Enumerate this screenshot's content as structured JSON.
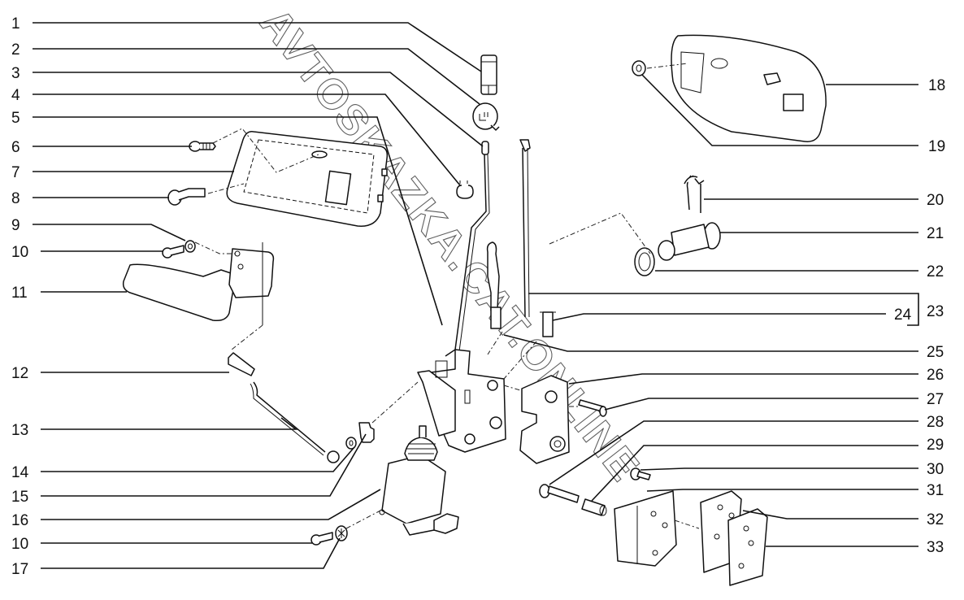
{
  "diagram": {
    "title": "Door lock mechanism exploded view",
    "watermark": "AVTOSKAZKA.CAT.ONLINE",
    "callouts_left": [
      {
        "id": "c1",
        "label": "1",
        "part": "lock-knob"
      },
      {
        "id": "c2",
        "label": "2",
        "part": "knob-bushing"
      },
      {
        "id": "c3",
        "label": "3",
        "part": "lock-rod"
      },
      {
        "id": "c4",
        "label": "4",
        "part": "rod-clip"
      },
      {
        "id": "c5",
        "label": "5",
        "part": "rod-guide-clip"
      },
      {
        "id": "c6",
        "label": "6",
        "part": "screw"
      },
      {
        "id": "c7",
        "label": "7",
        "part": "inner-handle-bezel"
      },
      {
        "id": "c8",
        "label": "8",
        "part": "plug"
      },
      {
        "id": "c9",
        "label": "9",
        "part": "washer"
      },
      {
        "id": "c10a",
        "label": "10",
        "part": "bolt"
      },
      {
        "id": "c11",
        "label": "11",
        "part": "inner-handle"
      },
      {
        "id": "c12",
        "label": "12",
        "part": "rod-connector"
      },
      {
        "id": "c13",
        "label": "13",
        "part": "handle-rod"
      },
      {
        "id": "c14",
        "label": "14",
        "part": "washer"
      },
      {
        "id": "c15",
        "label": "15",
        "part": "clip"
      },
      {
        "id": "c16",
        "label": "16",
        "part": "lock-actuator"
      },
      {
        "id": "c10b",
        "label": "10",
        "part": "bolt"
      },
      {
        "id": "c17",
        "label": "17",
        "part": "star-washer"
      }
    ],
    "callouts_right": [
      {
        "id": "c18",
        "label": "18",
        "part": "outer-handle"
      },
      {
        "id": "c19",
        "label": "19",
        "part": "nut"
      },
      {
        "id": "c20",
        "label": "20",
        "part": "retaining-clip"
      },
      {
        "id": "c21",
        "label": "21",
        "part": "lock-cylinder"
      },
      {
        "id": "c22",
        "label": "22",
        "part": "gasket"
      },
      {
        "id": "c23",
        "label": "23",
        "part": "rod-assembly"
      },
      {
        "id": "c24",
        "label": "24",
        "part": "rod-clip"
      },
      {
        "id": "c25",
        "label": "25",
        "part": "door-lock"
      },
      {
        "id": "c26",
        "label": "26",
        "part": "striker"
      },
      {
        "id": "c27",
        "label": "27",
        "part": "screw"
      },
      {
        "id": "c28",
        "label": "28",
        "part": "hinge-pin"
      },
      {
        "id": "c29",
        "label": "29",
        "part": "bushing"
      },
      {
        "id": "c30",
        "label": "30",
        "part": "bolt"
      },
      {
        "id": "c31",
        "label": "31",
        "part": "hinge-bracket"
      },
      {
        "id": "c32",
        "label": "32",
        "part": "shim"
      },
      {
        "id": "c33",
        "label": "33",
        "part": "shim"
      }
    ]
  }
}
